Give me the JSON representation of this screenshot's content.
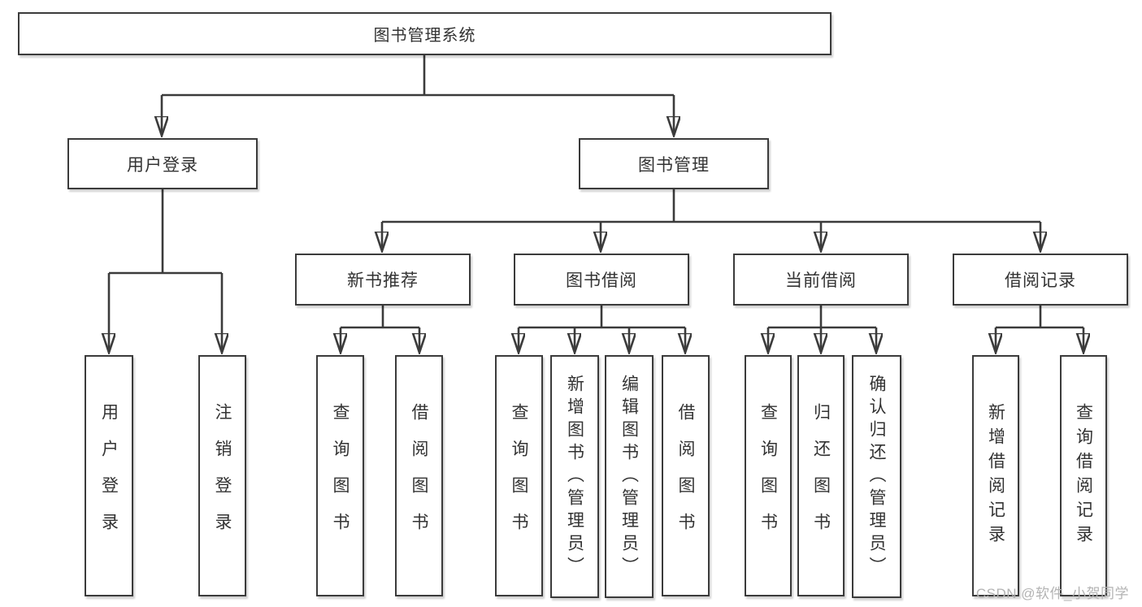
{
  "tree": {
    "label": "图书管理系统",
    "children": [
      {
        "label": "用户登录",
        "children": [
          {
            "label": "用户登录"
          },
          {
            "label": "注销登录"
          }
        ]
      },
      {
        "label": "图书管理",
        "children": [
          {
            "label": "新书推荐",
            "children": [
              {
                "label": "查询图书"
              },
              {
                "label": "借阅图书"
              }
            ]
          },
          {
            "label": "图书借阅",
            "children": [
              {
                "label": "查询图书"
              },
              {
                "label": "新增图书（管理员）"
              },
              {
                "label": "编辑图书（管理员）"
              },
              {
                "label": "借阅图书"
              }
            ]
          },
          {
            "label": "当前借阅",
            "children": [
              {
                "label": "查询图书"
              },
              {
                "label": "归还图书"
              },
              {
                "label": "确认归还（管理员）"
              }
            ]
          },
          {
            "label": "借阅记录",
            "children": [
              {
                "label": "新增借阅记录"
              },
              {
                "label": "查询借阅记录"
              }
            ]
          }
        ]
      }
    ]
  },
  "watermark": {
    "text": "CSDN @软件_小贺同学"
  },
  "colors": {
    "line": "#3b3b3b",
    "box_border": "#3b3b3b",
    "text": "#333333",
    "watermark": "#b3b3b3",
    "background": "#ffffff"
  }
}
